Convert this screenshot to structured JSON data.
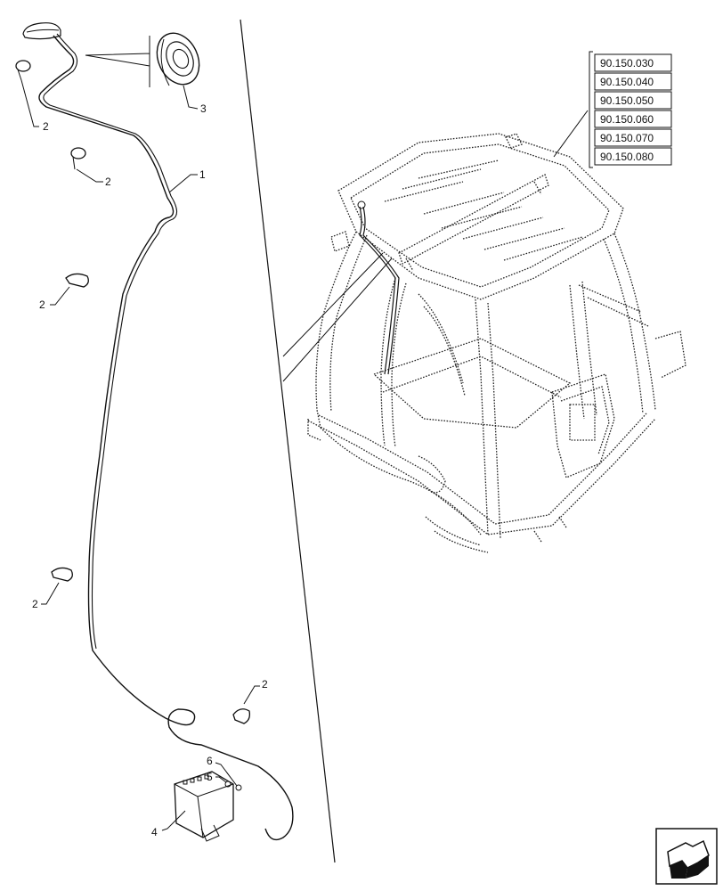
{
  "callouts": {
    "c1": "1",
    "c2a": "2",
    "c2b": "2",
    "c2c": "2",
    "c2d": "2",
    "c2e": "2",
    "c3": "3",
    "c4": "4",
    "c5": "5",
    "c6": "6"
  },
  "references": [
    "90.150.030",
    "90.150.040",
    "90.150.050",
    "90.150.060",
    "90.150.070",
    "90.150.080"
  ],
  "icons": {
    "nav": "next-page-arrow-icon"
  }
}
